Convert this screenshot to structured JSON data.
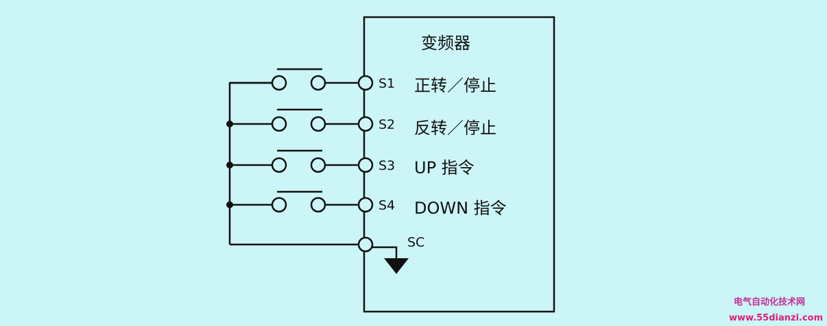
{
  "colors": {
    "background": "#ccf5f7",
    "line": "#111111",
    "watermark_primary": "#c0309a",
    "watermark_secondary": "#e0207a"
  },
  "diagram": {
    "device_title": "变频器",
    "terminals": [
      {
        "id": "S1",
        "label": "S1",
        "function": "正转／停止"
      },
      {
        "id": "S2",
        "label": "S2",
        "function": "反转／停止"
      },
      {
        "id": "S3",
        "label": "S3",
        "function": "UP 指令"
      },
      {
        "id": "S4",
        "label": "S4",
        "function": "DOWN 指令"
      }
    ],
    "common_terminal": {
      "id": "SC",
      "label": "SC"
    },
    "ground_symbol": "ground-symbol"
  },
  "watermark": {
    "line1": "电气自动化技术网",
    "line2": "www.55dianzi.com"
  }
}
